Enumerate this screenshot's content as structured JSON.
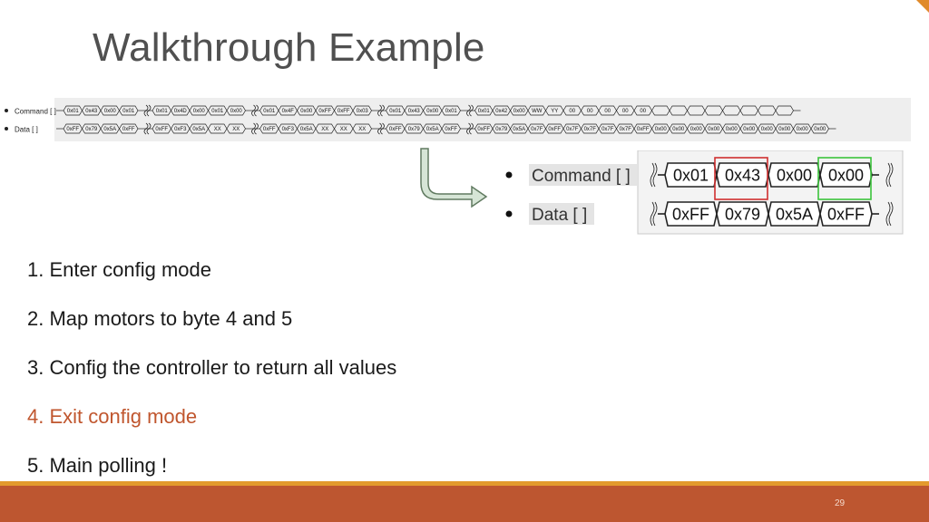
{
  "slide": {
    "title": "Walkthrough Example",
    "page_number": "29",
    "accent_color": "#bd5630",
    "highlight_color": "#c0562e"
  },
  "waveform": {
    "command_label": "Command [ ]",
    "data_label": "Data [ ]",
    "packets": [
      {
        "cmd": [
          "0x01",
          "0x43",
          "0x00",
          "0x01"
        ],
        "dat": [
          "0xFF",
          "0x79",
          "0x5A",
          "0xFF"
        ]
      },
      {
        "cmd": [
          "0x01",
          "0x4D",
          "0x00",
          "0x01",
          "0x00"
        ],
        "dat": [
          "0xFF",
          "0xF3",
          "0x5A",
          "XX",
          "XX"
        ]
      },
      {
        "cmd": [
          "0x01",
          "0x4F",
          "0x00",
          "0xFF",
          "0xFF",
          "0x03"
        ],
        "dat": [
          "0xFF",
          "0xF3",
          "0x5A",
          "XX",
          "XX",
          "XX"
        ]
      },
      {
        "cmd": [
          "0x01",
          "0x43",
          "0x00",
          "0x01"
        ],
        "dat": [
          "0xFF",
          "0x79",
          "0x5A",
          "0xFF"
        ]
      },
      {
        "cmd": [
          "0x01",
          "0x42",
          "0x00",
          "WW",
          "YY",
          "00",
          "00",
          "00",
          "00",
          "00",
          "",
          "",
          "",
          "",
          "",
          "",
          "",
          ""
        ],
        "dat": [
          "0xFF",
          "0x79",
          "0x5A",
          "0x7F",
          "0xFF",
          "0x7F",
          "0x7F",
          "0x7F",
          "0x7F",
          "0xFF",
          "0x00",
          "0x00",
          "0x00",
          "0x00",
          "0x00",
          "0x00",
          "0x00",
          "0x00",
          "0x00",
          "0x00"
        ]
      }
    ]
  },
  "zoom": {
    "command_label": "Command [ ]",
    "data_label": "Data [ ]",
    "command_values": [
      "0x01",
      "0x43",
      "0x00",
      "0x00"
    ],
    "data_values": [
      "0xFF",
      "0x79",
      "0x5A",
      "0xFF"
    ],
    "red_box_color": "#d03030",
    "green_box_color": "#3cc43c"
  },
  "steps": [
    {
      "text": "1. Enter config mode"
    },
    {
      "text": "2. Map motors to byte 4 and 5"
    },
    {
      "text": "3. Config the controller to return all values"
    },
    {
      "text": "4. Exit config mode"
    },
    {
      "text": "5. Main polling !"
    }
  ]
}
